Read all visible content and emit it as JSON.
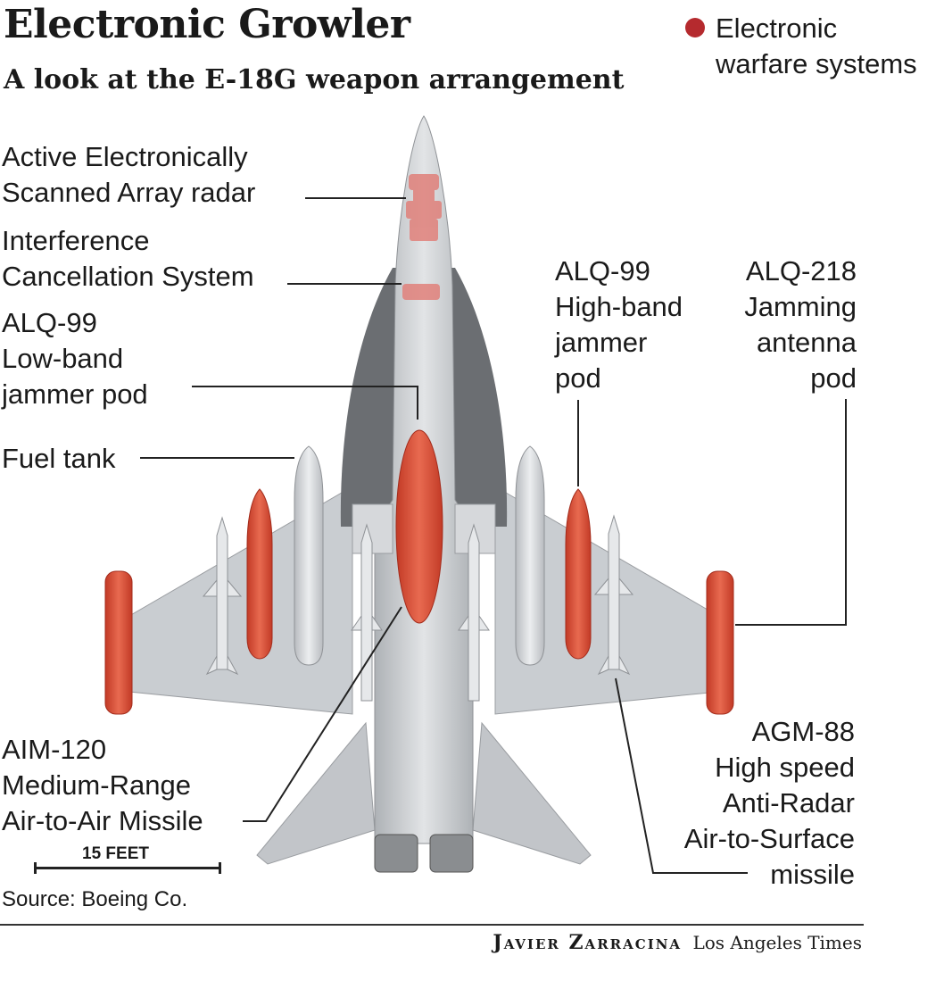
{
  "header": {
    "title": "Electronic Growler",
    "subtitle": "A look at the E-18G weapon arrangement"
  },
  "legend": {
    "label": "Electronic warfare systems",
    "color": "#b52a2e"
  },
  "colors": {
    "ew_red": "#d84a36",
    "airframe": "#c9cdd1",
    "shadow": "#6b6e72",
    "fuel_tank": "#d8dadd"
  },
  "labels": {
    "aesa_radar": "Active Electronically\nScanned Array radar",
    "ics": "Interference\nCancellation System",
    "alq99_low": "ALQ-99\nLow-band\njammer pod",
    "fuel_tank": "Fuel tank",
    "alq99_high": "ALQ-99\nHigh-band\njammer\npod",
    "alq218": "ALQ-218\nJamming\nantenna\npod",
    "aim120": "AIM-120\nMedium-Range\nAir-to-Air Missile",
    "agm88": "AGM-88\nHigh speed\nAnti-Radar\nAir-to-Surface\nmissile"
  },
  "scale": {
    "label": "15 FEET"
  },
  "source": "Source: Boeing Co.",
  "credit": {
    "author": "Javier Zarracina",
    "publication": "Los Angeles Times"
  }
}
